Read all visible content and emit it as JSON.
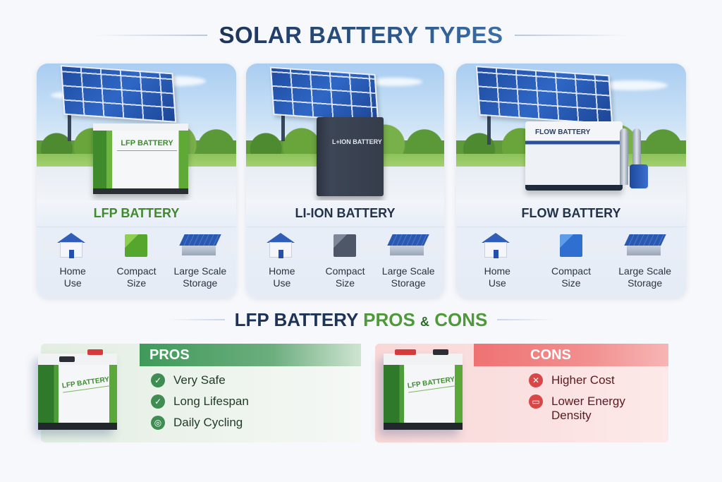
{
  "header": {
    "title": "SOLAR BATTERY TYPES"
  },
  "battery_types": [
    {
      "name": "LFP BATTERY",
      "product_label": "LFP BATTERY",
      "accent_color": "#3e8a2c",
      "features": [
        {
          "icon": "house-icon",
          "label_line1": "Home",
          "label_line2": "Use"
        },
        {
          "icon": "cube-icon",
          "label_line1": "Compact",
          "label_line2": "Size",
          "color": "#56a52d"
        },
        {
          "icon": "warehouse-icon",
          "label_line1": "Large Scale",
          "label_line2": "Storage"
        }
      ]
    },
    {
      "name": "LI-ION BATTERY",
      "product_label": "L+ION BATTERY",
      "accent_color": "#22324b",
      "features": [
        {
          "icon": "house-icon",
          "label_line1": "Home",
          "label_line2": "Use"
        },
        {
          "icon": "cube-icon",
          "label_line1": "Compact",
          "label_line2": "Size",
          "color": "#4e5767"
        },
        {
          "icon": "warehouse-icon",
          "label_line1": "Large Scale",
          "label_line2": "Storage"
        }
      ]
    },
    {
      "name": "FLOW BATTERY",
      "product_label": "FLOW BATTERY",
      "accent_color": "#22324b",
      "features": [
        {
          "icon": "house-icon",
          "label_line1": "Home",
          "label_line2": "Use"
        },
        {
          "icon": "cube-icon",
          "label_line1": "Compact",
          "label_line2": "Size",
          "color": "#2f6fd0"
        },
        {
          "icon": "warehouse-icon",
          "label_line1": "Large Scale",
          "label_line2": "Storage"
        }
      ]
    }
  ],
  "pros_cons_section": {
    "title_part1": "LFP BATTERY",
    "title_part2": "PROS",
    "title_amp": "&",
    "title_part3": "CONS",
    "battery_label": "LFP BATTERY",
    "pros": {
      "header": "PROS",
      "color": "#3f8d52",
      "items": [
        {
          "icon": "check-circle-icon",
          "glyph": "✓",
          "text": "Very Safe"
        },
        {
          "icon": "check-circle-icon",
          "glyph": "✓",
          "text": "Long Lifespan"
        },
        {
          "icon": "cycle-icon",
          "glyph": "◎",
          "text": "Daily Cycling"
        }
      ]
    },
    "cons": {
      "header": "CONS",
      "color": "#d94646",
      "items": [
        {
          "icon": "x-circle-icon",
          "glyph": "✕",
          "text": "Higher Cost"
        },
        {
          "icon": "battery-low-icon",
          "glyph": "▭",
          "text": "Lower Energy Density"
        }
      ]
    }
  }
}
